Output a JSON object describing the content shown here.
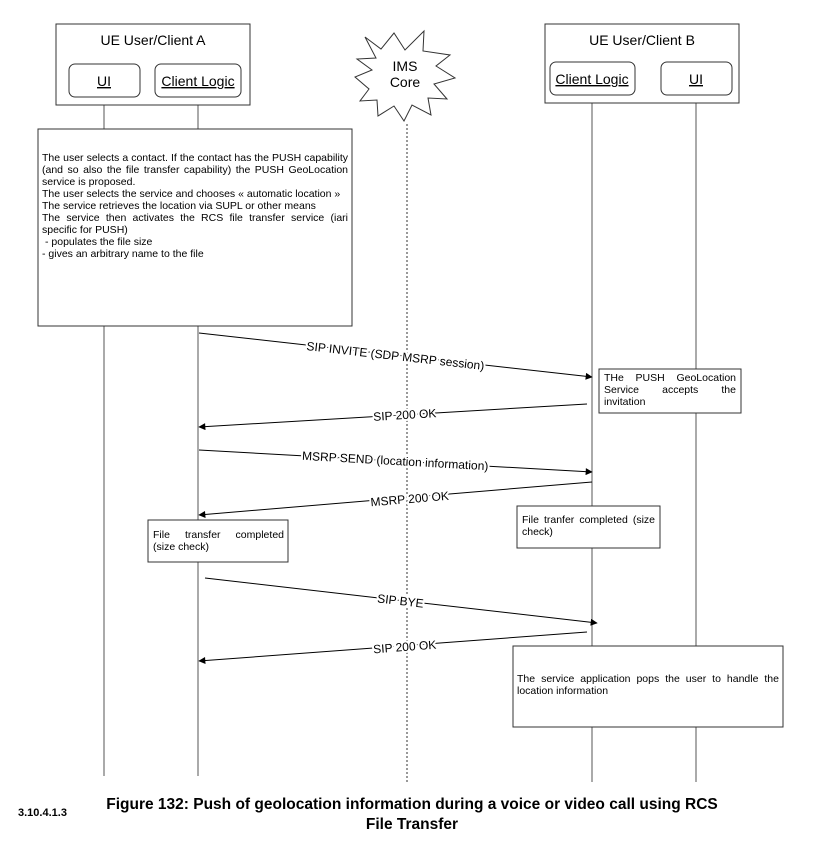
{
  "entities": {
    "client_a": {
      "title": "UE User/Client A",
      "ui": "UI",
      "logic": "Client Logic"
    },
    "ims": {
      "label_line1": "IMS",
      "label_line2": "Core"
    },
    "client_b": {
      "title": "UE User/Client B",
      "logic": "Client Logic",
      "ui": "UI"
    }
  },
  "notes": {
    "user_selects": [
      "The user selects a contact. If the contact has the PUSH capability (and so also the file transfer capability) the PUSH GeoLocation service is proposed.",
      "The user selects the service and chooses « automatic location »",
      "The service retrieves the location via SUPL or other means",
      "The service then activates the RCS file transfer service (iari specific for PUSH)",
      "- populates the file size",
      "- gives an arbitrary name to the file"
    ],
    "push_accepts": "THe PUSH GeoLocation Service accepts the invitation",
    "transfer_a": "File transfer completed (size check)",
    "transfer_b": "File tranfer completed (size check)",
    "service_pops": "The service application pops the user to handle the location information"
  },
  "messages": {
    "sip_invite": "SIP INVITE (SDP MSRP session)",
    "sip_200_1": "SIP 200 OK",
    "msrp_send": "MSRP SEND (location information)",
    "msrp_200": "MSRP 200 OK",
    "sip_bye": "SIP BYE",
    "sip_200_2": "SIP 200 OK"
  },
  "caption": {
    "line1": "Figure 132: Push of geolocation information during a voice or video call using RCS",
    "line2": "File Transfer",
    "section_number": "3.10.4.1.3"
  }
}
